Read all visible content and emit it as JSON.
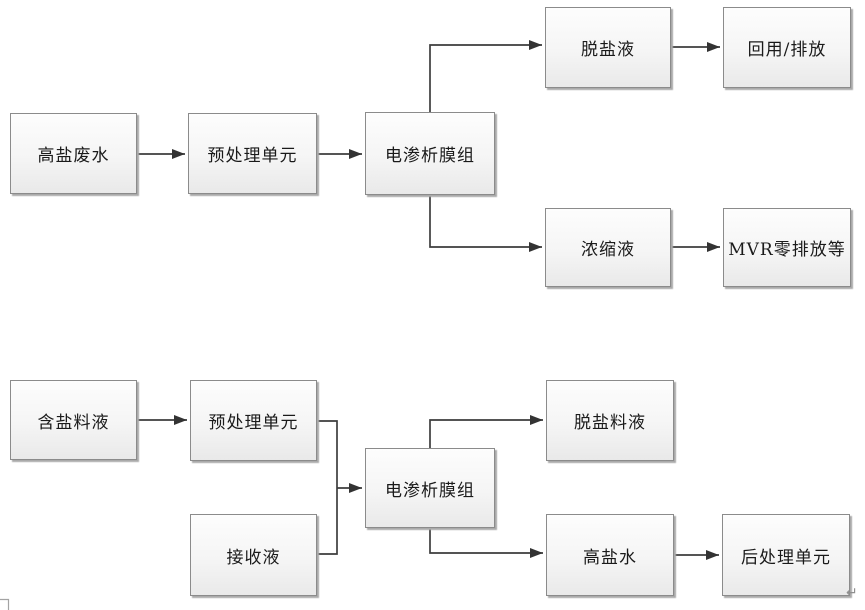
{
  "diagram": {
    "type": "flowchart",
    "flows": [
      {
        "name": "high-salt-wastewater-electrodialysis-process",
        "nodes": {
          "feed": "高盐废水",
          "pretreatment": "预处理单元",
          "ed_module": "电渗析膜组",
          "desalted_liquid": "脱盐液",
          "reuse_discharge": "回用/排放",
          "concentrated_liquid": "浓缩液",
          "mvr_zero_discharge": "MVR零排放等"
        },
        "edges": [
          {
            "from": "高盐废水",
            "to": "预处理单元"
          },
          {
            "from": "预处理单元",
            "to": "电渗析膜组"
          },
          {
            "from": "电渗析膜组",
            "to": "脱盐液"
          },
          {
            "from": "电渗析膜组",
            "to": "浓缩液"
          },
          {
            "from": "脱盐液",
            "to": "回用/排放"
          },
          {
            "from": "浓缩液",
            "to": "MVR零排放等"
          }
        ]
      },
      {
        "name": "salt-feed-liquid-electrodialysis-process",
        "nodes": {
          "feed": "含盐料液",
          "pretreatment": "预处理单元",
          "receiving_liquid": "接收液",
          "ed_module": "电渗析膜组",
          "desalted_feed": "脱盐料液",
          "high_salt_water": "高盐水",
          "posttreatment": "后处理单元"
        },
        "edges": [
          {
            "from": "含盐料液",
            "to": "预处理单元"
          },
          {
            "from": "预处理单元",
            "to": "电渗析膜组"
          },
          {
            "from": "接收液",
            "to": "电渗析膜组"
          },
          {
            "from": "电渗析膜组",
            "to": "脱盐料液"
          },
          {
            "from": "电渗析膜组",
            "to": "高盐水"
          },
          {
            "from": "高盐水",
            "to": "后处理单元"
          }
        ]
      }
    ],
    "marks": {
      "return_symbol": "↵"
    },
    "colors": {
      "node_fill_top": "#fdfdfd",
      "node_fill_bottom": "#e9e9e9",
      "node_border": "#8b8b8b",
      "node_shadow": "#aaaaaa",
      "connector": "#3d3d3d",
      "text": "#1a1a1a",
      "background": "#ffffff"
    }
  }
}
